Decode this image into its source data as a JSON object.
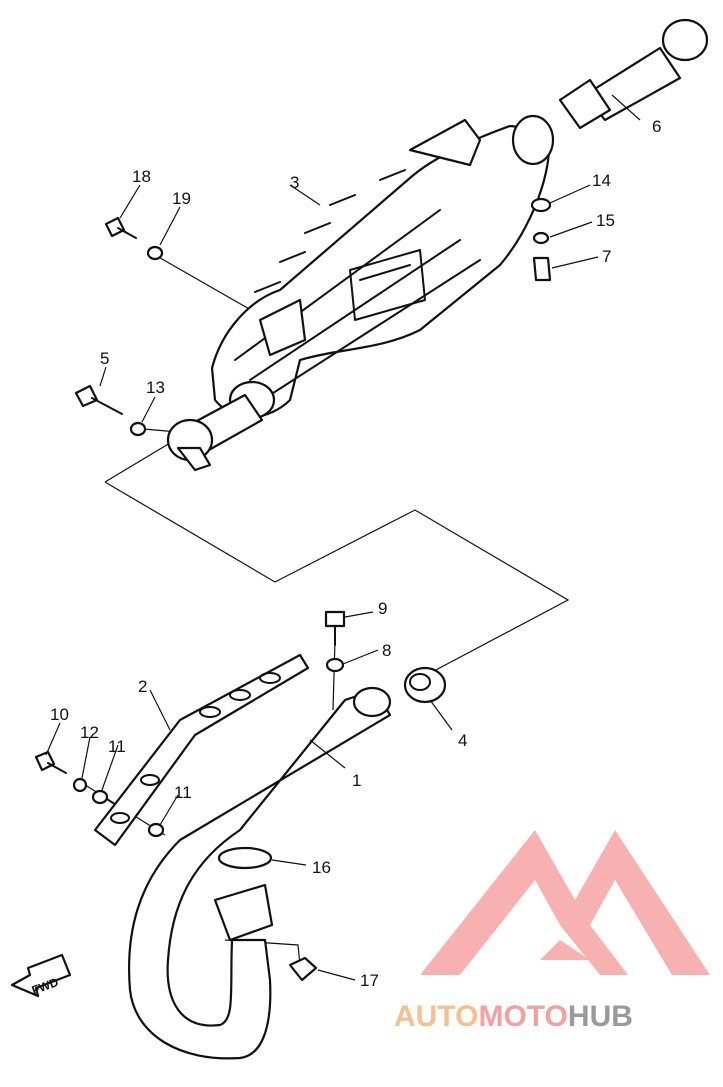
{
  "callouts": [
    {
      "id": "1",
      "text": "1"
    },
    {
      "id": "2",
      "text": "2"
    },
    {
      "id": "3",
      "text": "3"
    },
    {
      "id": "4",
      "text": "4"
    },
    {
      "id": "5",
      "text": "5"
    },
    {
      "id": "6",
      "text": "6"
    },
    {
      "id": "7",
      "text": "7"
    },
    {
      "id": "8",
      "text": "8"
    },
    {
      "id": "9",
      "text": "9"
    },
    {
      "id": "10",
      "text": "10"
    },
    {
      "id": "11a",
      "text": "11"
    },
    {
      "id": "11b",
      "text": "11"
    },
    {
      "id": "12",
      "text": "12"
    },
    {
      "id": "13",
      "text": "13"
    },
    {
      "id": "14",
      "text": "14"
    },
    {
      "id": "15",
      "text": "15"
    },
    {
      "id": "16",
      "text": "16"
    },
    {
      "id": "17",
      "text": "17"
    },
    {
      "id": "18",
      "text": "18"
    },
    {
      "id": "19",
      "text": "19"
    }
  ],
  "fwd_label": "FWD",
  "watermark": {
    "part1": "AUTO",
    "part2": "MOTO",
    "part3": "HUB",
    "colors": {
      "part1": "#f7c08a",
      "part2": "#f3a0a0",
      "part3": "#9a9a9a",
      "logo": "#f7a3a3"
    }
  }
}
